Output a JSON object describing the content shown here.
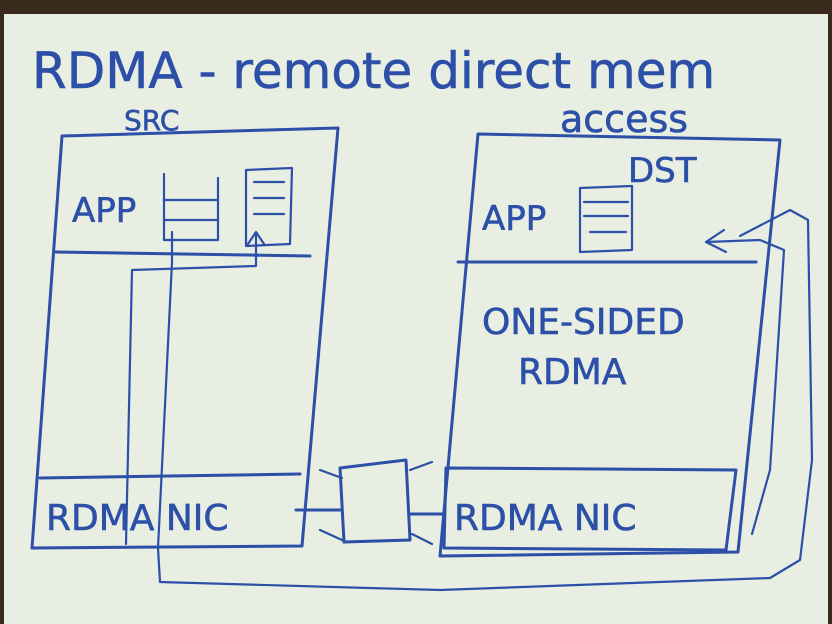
{
  "title": {
    "line1": "RDMA - remote direct mem",
    "line2": "access"
  },
  "src": {
    "label": "SRC",
    "app_label": "APP",
    "nic_label": "RDMA NIC"
  },
  "dst": {
    "label": "DST",
    "app_label": "APP",
    "caption_line1": "ONE-SIDED",
    "caption_line2": "RDMA",
    "nic_label": "RDMA NIC"
  },
  "colors": {
    "ink": "#2c4fa8",
    "board": "#e9eee2",
    "background": "#3a2a1c"
  }
}
